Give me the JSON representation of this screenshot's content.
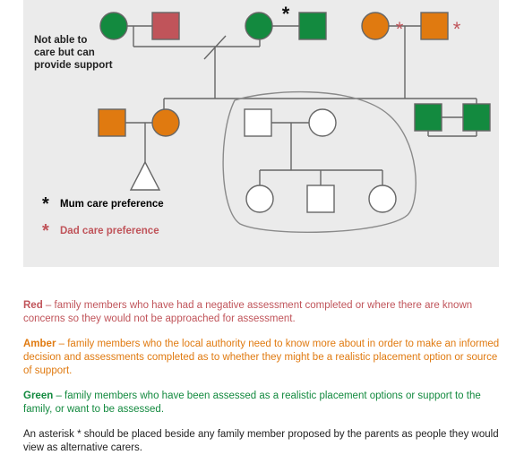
{
  "note": {
    "line1": "Not able to",
    "line2": "care but can",
    "line3": "provide support"
  },
  "legend": {
    "mum": {
      "star": "*",
      "label": "Mum care preference",
      "color": "#111111"
    },
    "dad": {
      "star": "*",
      "label": "Dad care preference",
      "color": "#c0545a"
    }
  },
  "colors": {
    "green": "#138a3f",
    "red": "#c0545a",
    "amber": "#e07a10",
    "white": "#ffffff",
    "line": "#666666"
  },
  "key": {
    "red": {
      "term": "Red",
      "text": " – family members who have had a negative assessment completed or where there are known concerns so they would not be approached for assessment.",
      "color": "#c0545a"
    },
    "amber": {
      "term": "Amber",
      "text": " – family members who the local authority need to know more about in order to make an informed decision and assessments completed as to whether they might be a realistic placement option or source of support.",
      "color": "#e07a10"
    },
    "green": {
      "term": "Green",
      "text": " – family members who have been assessed as a realistic placement options or support to the family, or want to be assessed.",
      "color": "#138a3f"
    },
    "asterisk": {
      "text": "An asterisk * should be placed beside any family member proposed by the parents as people they would view as alternative carers.",
      "color": "#222222"
    }
  }
}
